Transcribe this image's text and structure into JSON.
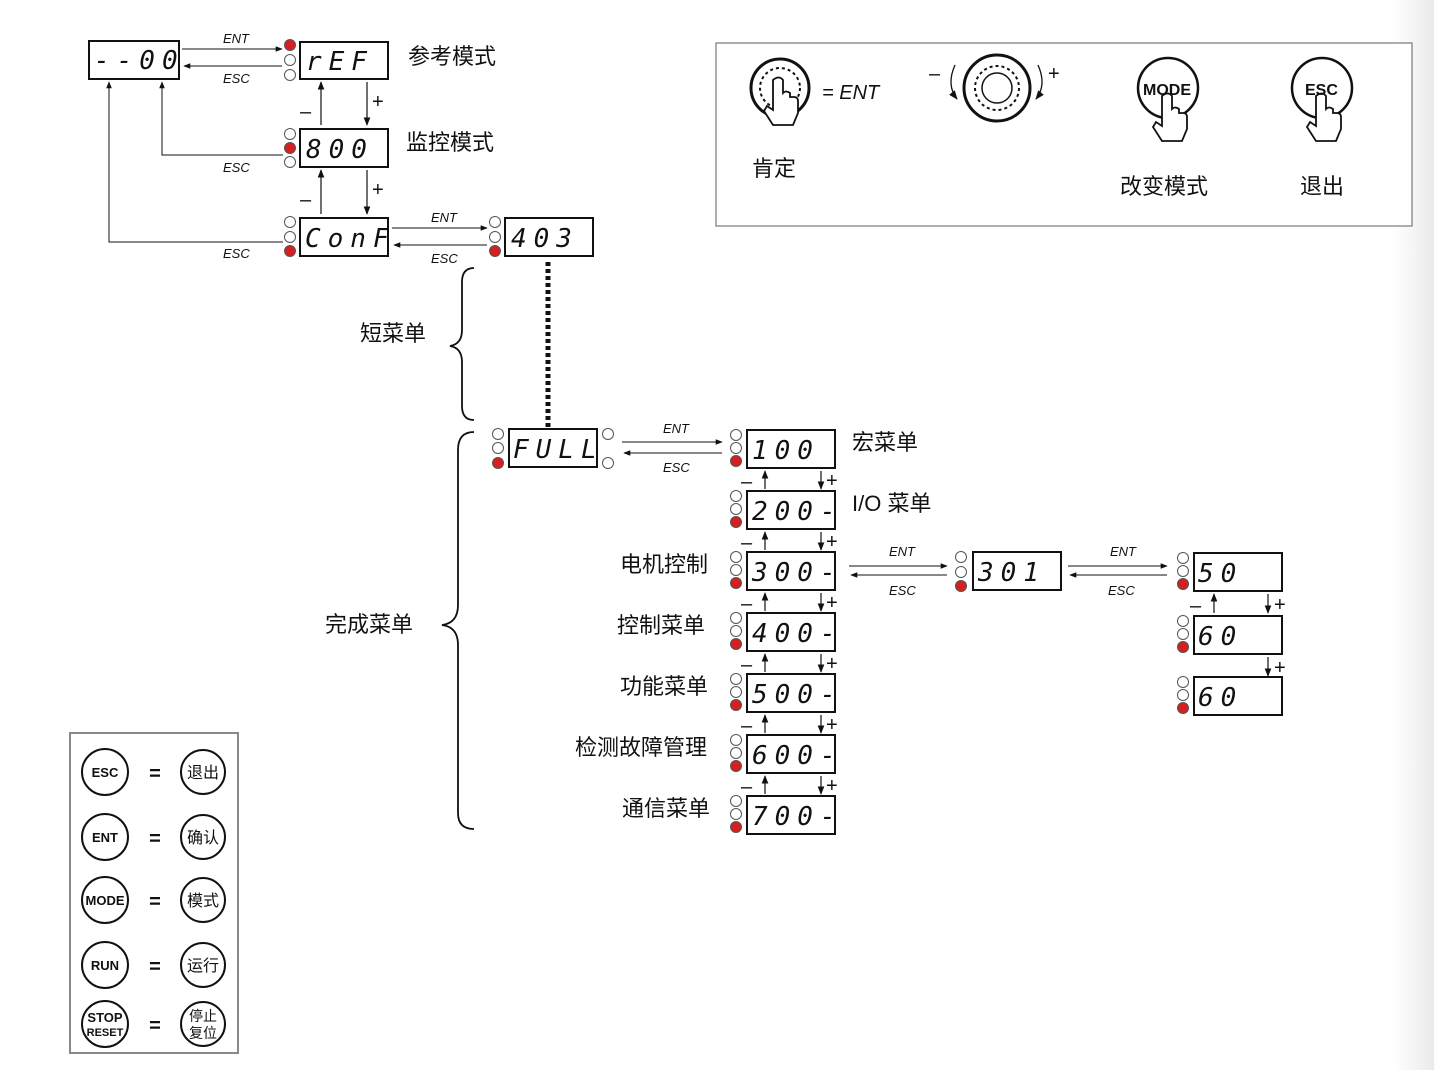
{
  "top": {
    "home_display": "--00",
    "ref_display": "rEF",
    "ref_label": "参考模式",
    "monitor_display": "800",
    "monitor_label": "监控模式",
    "conf_display": "ConF",
    "conf_next_display": "403",
    "ent": "ENT",
    "esc": "ESC",
    "plus": "+",
    "minus": "–"
  },
  "legend": {
    "ent_text": "= ENT",
    "confirm_label": "肯定",
    "mode_button": "MODE",
    "mode_label": "改变模式",
    "esc_button": "ESC",
    "esc_label": "退出",
    "dial_minus": "–",
    "dial_plus": "+"
  },
  "brackets": {
    "short_menu": "短菜单",
    "full_menu": "完成菜单"
  },
  "full": {
    "display": "FULL",
    "ent": "ENT",
    "esc": "ESC"
  },
  "menus": [
    {
      "display": "100",
      "label": "宏菜单"
    },
    {
      "display": "200-",
      "label": "I/O 菜单"
    },
    {
      "display": "300-",
      "label": "电机控制"
    },
    {
      "display": "400-",
      "label": "控制菜单"
    },
    {
      "display": "500-",
      "label": "功能菜单"
    },
    {
      "display": "600-",
      "label": "检测故障管理"
    },
    {
      "display": "700-",
      "label": "通信菜单"
    }
  ],
  "sub": {
    "display_301": "301",
    "values": [
      "50",
      "60",
      "60"
    ],
    "ent": "ENT",
    "esc": "ESC"
  },
  "keys": [
    {
      "key": "ESC",
      "eq": "=",
      "meaning": "退出"
    },
    {
      "key": "ENT",
      "eq": "=",
      "meaning": "确认"
    },
    {
      "key": "MODE",
      "eq": "=",
      "meaning": "模式"
    },
    {
      "key": "RUN",
      "eq": "=",
      "meaning": "运行"
    },
    {
      "key_line1": "STOP",
      "key_line2": "RESET",
      "eq": "=",
      "meaning_line1": "停止",
      "meaning_line2": "复位"
    }
  ],
  "colors": {
    "led_on": "#d42020",
    "line": "#111111",
    "box_border": "#888888"
  }
}
